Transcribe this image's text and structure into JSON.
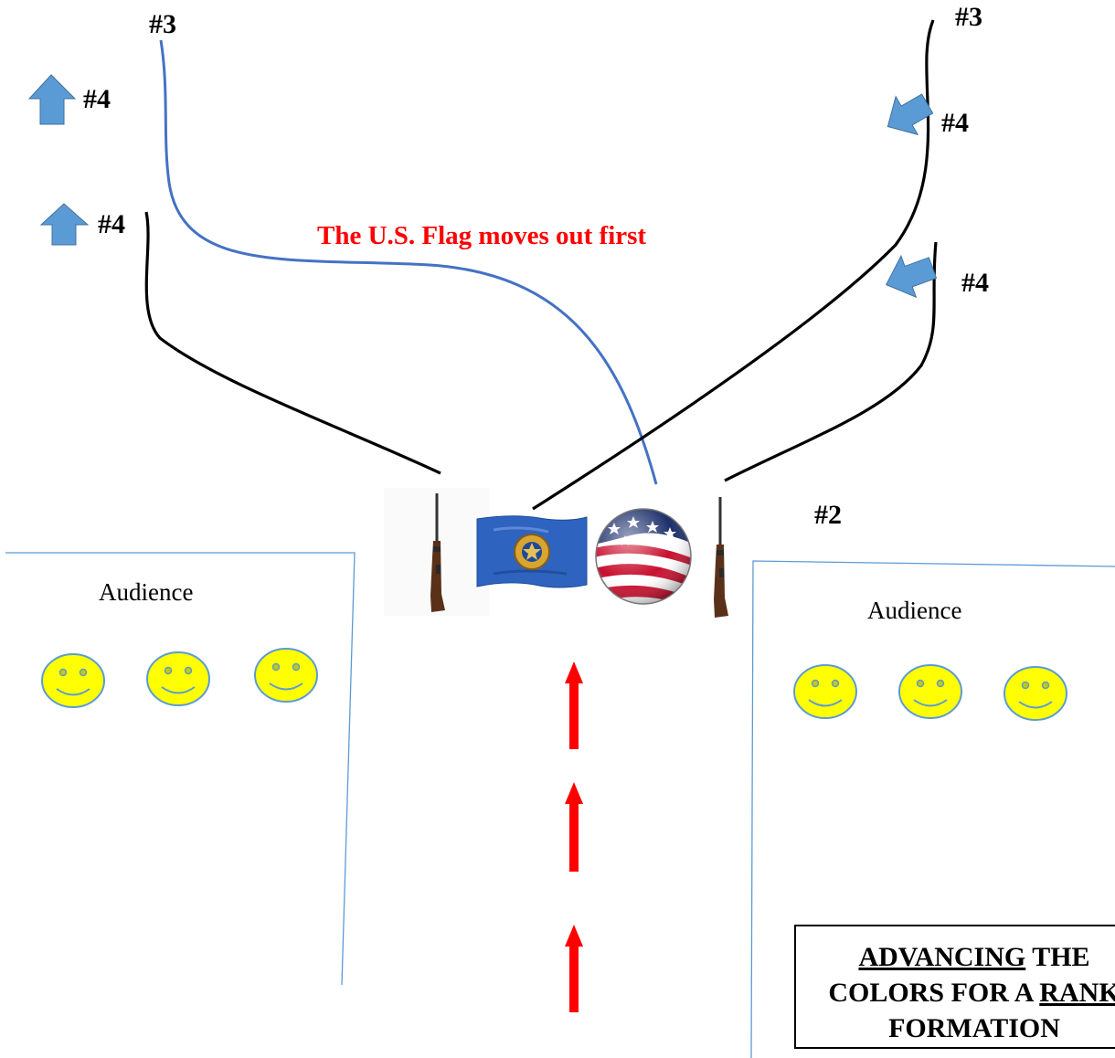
{
  "labels": {
    "left_top_3": "#3",
    "left_upper_4": "#4",
    "left_lower_4": "#4",
    "right_top_3": "#3",
    "right_upper_4": "#4",
    "right_lower_4": "#4",
    "right_2": "#2"
  },
  "note": "The U.S. Flag moves out first",
  "audience_left": "Audience",
  "audience_right": "Audience",
  "title": {
    "w1": "ADVANCING",
    "w2": " THE",
    "w3": "COLORS FOR A ",
    "w4": "RANK",
    "w5": "FORMATION"
  },
  "colors": {
    "us_flag_path": "#4472c4",
    "member_paths": "#000000",
    "advance_arrows": "#ff0000",
    "position_arrows": "#5b9bd5",
    "audience_faces": "#ffff00",
    "audience_border": "#5b9bd5",
    "legion_flag": "#2f63c0"
  },
  "icons": [
    "rifle-icon",
    "legion-flag-icon",
    "us-flag-globe-icon",
    "smiley-face-icon",
    "up-arrow-icon",
    "block-arrow-icon"
  ]
}
